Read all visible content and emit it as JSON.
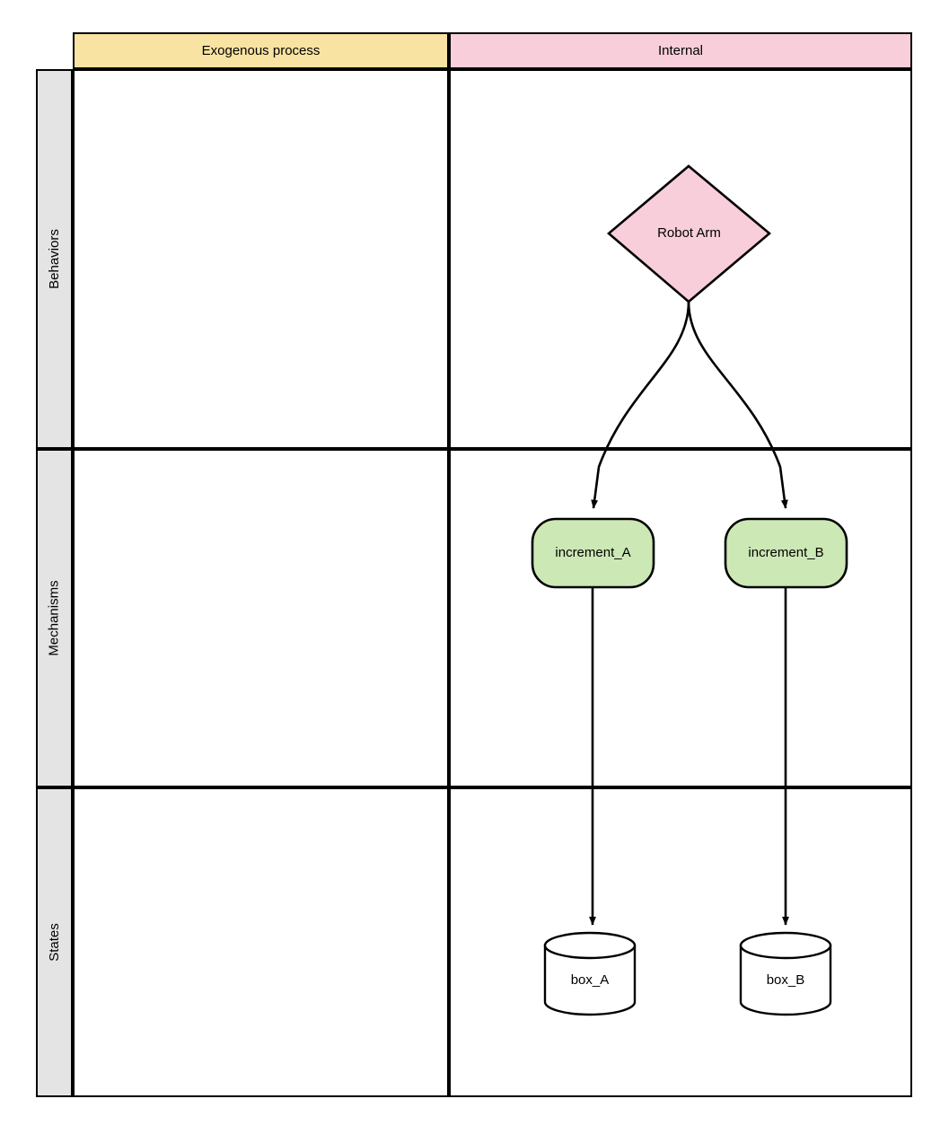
{
  "diagram": {
    "type": "swimlane-matrix",
    "title": "",
    "columns": [
      {
        "id": "exogenous",
        "label": "Exogenous process",
        "color": "#f9e3a2"
      },
      {
        "id": "internal",
        "label": "Internal",
        "color": "#f8cedb"
      }
    ],
    "rows": [
      {
        "id": "behaviors",
        "label": "Behaviors",
        "color": "#e4e4e4"
      },
      {
        "id": "mechanisms",
        "label": "Mechanisms",
        "color": "#e4e4e4"
      },
      {
        "id": "states",
        "label": "States",
        "color": "#e4e4e4"
      }
    ],
    "nodes": [
      {
        "id": "robot-arm",
        "label": "Robot Arm",
        "shape": "diamond",
        "row": "behaviors",
        "column": "internal",
        "fill": "#f8cedb",
        "stroke": "#000000"
      },
      {
        "id": "increment-a",
        "label": "increment_A",
        "shape": "rounded-rect",
        "row": "mechanisms",
        "column": "internal",
        "fill": "#cce8b5",
        "stroke": "#000000"
      },
      {
        "id": "increment-b",
        "label": "increment_B",
        "shape": "rounded-rect",
        "row": "mechanisms",
        "column": "internal",
        "fill": "#cce8b5",
        "stroke": "#000000"
      },
      {
        "id": "box-a",
        "label": "box_A",
        "shape": "cylinder",
        "row": "states",
        "column": "internal",
        "fill": "#ffffff",
        "stroke": "#000000"
      },
      {
        "id": "box-b",
        "label": "box_B",
        "shape": "cylinder",
        "row": "states",
        "column": "internal",
        "fill": "#ffffff",
        "stroke": "#000000"
      }
    ],
    "edges": [
      {
        "id": "edge-robotarm-incrementa",
        "from": "robot-arm",
        "to": "increment-a",
        "label": "",
        "style": "curved-arrow"
      },
      {
        "id": "edge-robotarm-incrementb",
        "from": "robot-arm",
        "to": "increment-b",
        "label": "",
        "style": "curved-arrow"
      },
      {
        "id": "edge-incrementa-boxa",
        "from": "increment-a",
        "to": "box-a",
        "label": "",
        "style": "straight-arrow"
      },
      {
        "id": "edge-incrementb-boxb",
        "from": "increment-b",
        "to": "box-b",
        "label": "",
        "style": "straight-arrow"
      }
    ]
  }
}
